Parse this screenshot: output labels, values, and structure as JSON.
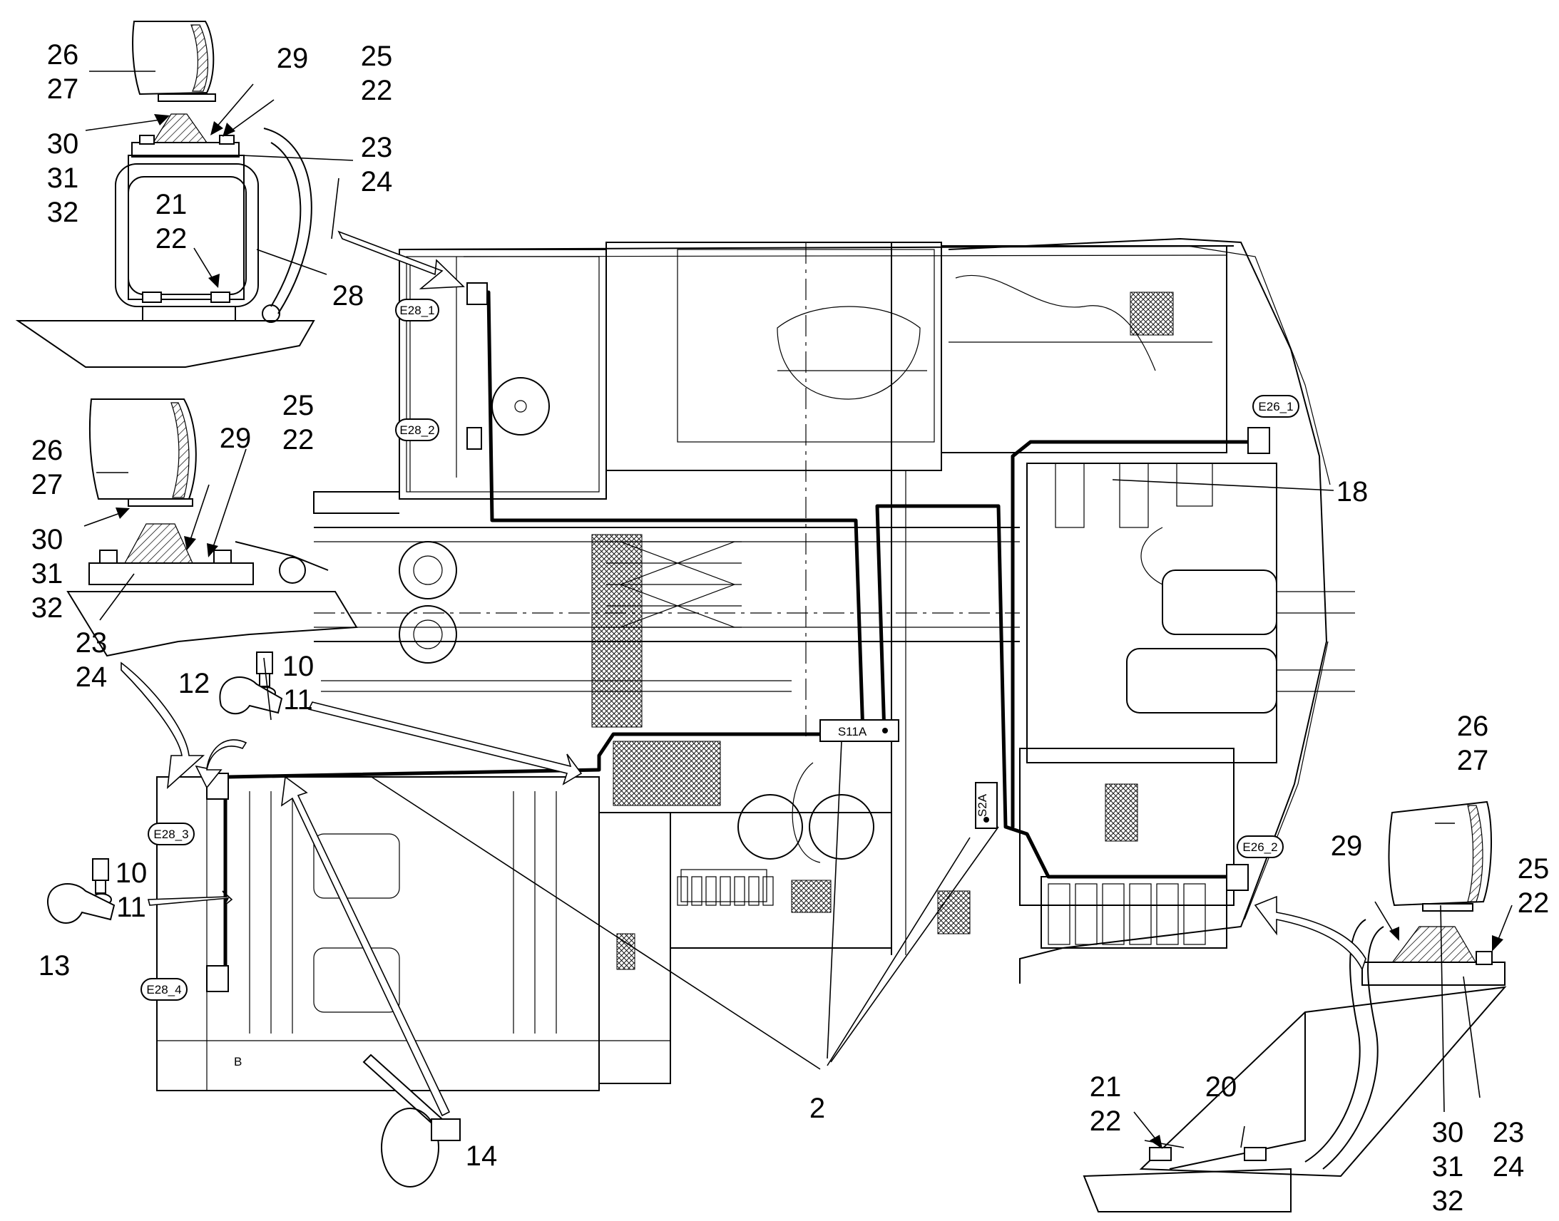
{
  "callouts": {
    "top_left_detail": [
      "26",
      "27",
      "29",
      "25",
      "22",
      "30",
      "23",
      "31",
      "24",
      "32",
      "21",
      "22",
      "28"
    ],
    "mid_left_detail": [
      "25",
      "22",
      "26",
      "29",
      "27",
      "30",
      "31",
      "32",
      "23",
      "24"
    ],
    "right_detail": [
      "26",
      "27",
      "29",
      "25",
      "22",
      "21",
      "22",
      "20",
      "30",
      "23",
      "31",
      "24",
      "32"
    ],
    "clamps": [
      "10",
      "12",
      "11",
      "10",
      "11",
      "13"
    ],
    "misc": [
      "18",
      "2",
      "14"
    ]
  },
  "connectors": [
    "E28_1",
    "E28_2",
    "E28_3",
    "E28_4",
    "E26_1",
    "E26_2",
    "S11A",
    "S2A"
  ],
  "small_marks": [
    "B"
  ]
}
